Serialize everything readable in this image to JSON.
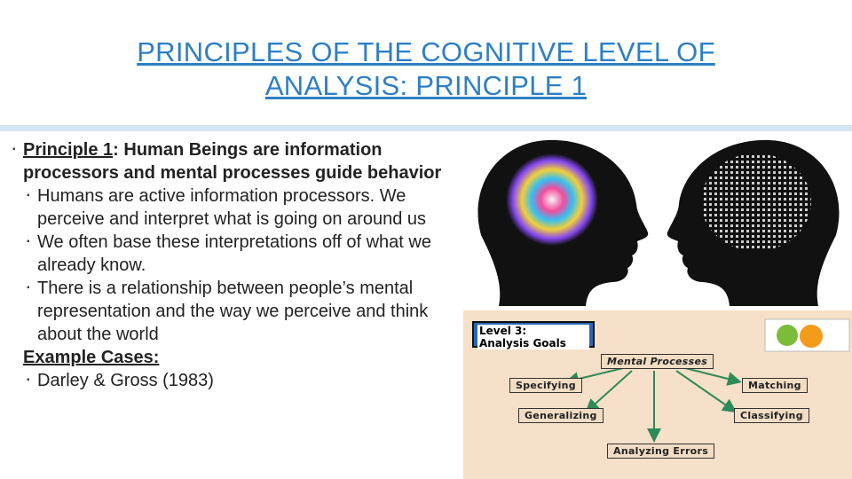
{
  "slide": {
    "title_line1": "PRINCIPLES OF THE COGNITIVE LEVEL OF",
    "title_line2": "ANALYSIS: PRINCIPLE 1",
    "principle_label": "Principle 1",
    "principle_rest": ": Human Beings are information processors and mental processes guide behavior",
    "sub_bullets": [
      "Humans are active information processors. We perceive and interpret what is going on around us",
      "We often base these interpretations off of what we already know.",
      "There is a relationship between people’s mental representation and the way we perceive and think about the world"
    ],
    "example_heading": "Example Cases:",
    "example_items": [
      "Darley & Gross (1983)"
    ]
  },
  "diagram": {
    "level_line1": "Level 3:",
    "level_line2": "Analysis Goals",
    "center": "Mental Processes",
    "specifying": "Specifying",
    "matching": "Matching",
    "generalizing": "Generalizing",
    "classifying": "Classifying",
    "analyzing_errors": "Analyzing Errors"
  },
  "colors": {
    "title": "#2e7fc4",
    "rule": "#d6e6f2",
    "diagram_bg": "#f7e0c9",
    "arrow": "#2e8b57"
  }
}
